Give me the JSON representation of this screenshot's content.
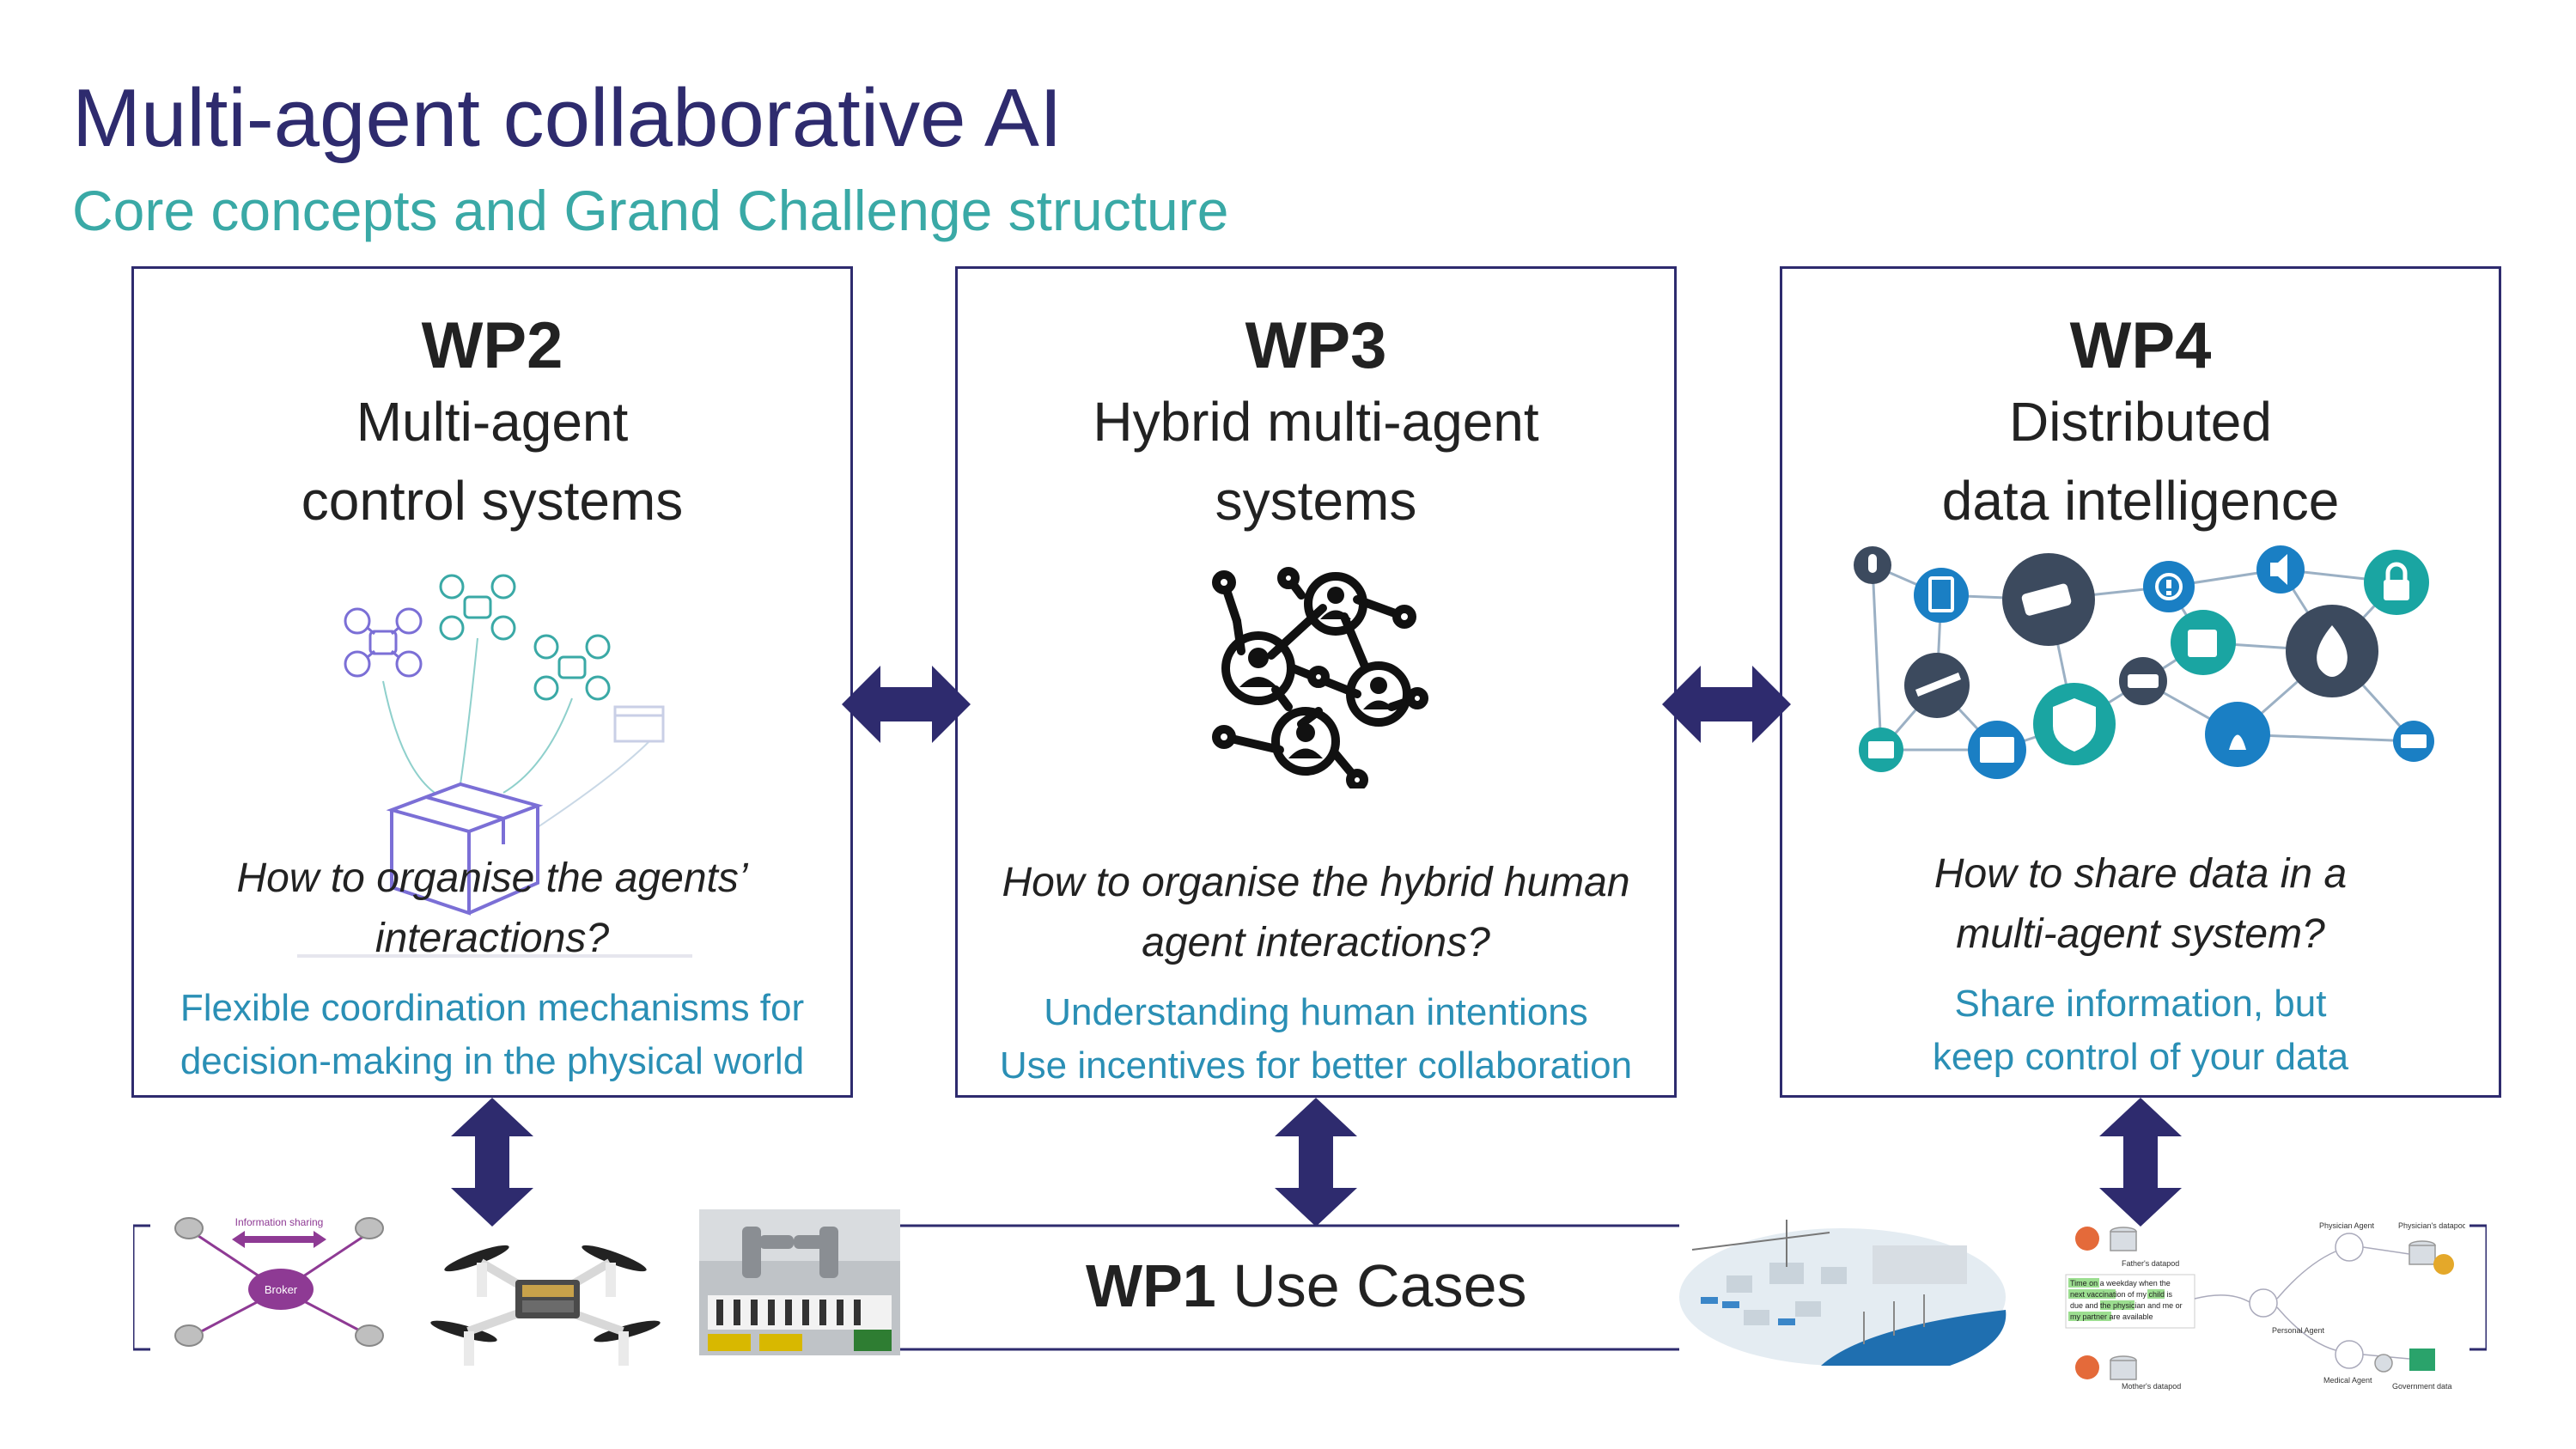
{
  "header": {
    "title": "Multi-agent collaborative AI",
    "subtitle": "Core concepts and Grand Challenge structure"
  },
  "boxes": [
    {
      "id": "WP2",
      "name_lines": [
        "Multi-agent",
        "control systems"
      ],
      "question_lines": [
        "How to organise the agents’",
        "interactions?"
      ],
      "answer_lines": [
        "Flexible coordination mechanisms for",
        "decision-making in the physical world"
      ],
      "icon": "drone-delivery-icon"
    },
    {
      "id": "WP3",
      "name_lines": [
        "Hybrid multi-agent",
        "systems"
      ],
      "question_lines": [
        "How to organise the hybrid human",
        "agent interactions?"
      ],
      "answer_lines": [
        "Understanding human intentions",
        "Use incentives for better collaboration"
      ],
      "icon": "people-network-icon"
    },
    {
      "id": "WP4",
      "name_lines": [
        "Distributed",
        "data intelligence"
      ],
      "question_lines": [
        "How to share data in a",
        "multi-agent system?"
      ],
      "answer_lines": [
        "Share information, but",
        "keep control of your data"
      ],
      "icon": "iot-network-icon"
    }
  ],
  "wp1": {
    "id": "WP1",
    "label": "Use Cases"
  },
  "broker_diagram": {
    "top_label": "Information sharing",
    "center_label": "Broker"
  },
  "datapod_diagram": {
    "fathers_datapod": "Father's datapod",
    "mothers_datapod": "Mother's datapod",
    "physician_agent": "Physician Agent",
    "physicians_datapod": "Physician's datapod",
    "personal_agent": "Personal Agent",
    "medical_agent": "Medical Agent",
    "government_data": "Government data",
    "message_lines": [
      "Time on a weekday when the",
      "next vaccination of my child is",
      "due and the physician and me or",
      "my partner are available"
    ]
  },
  "colors": {
    "navy": "#2e2b6e",
    "teal": "#3aa9a6",
    "answer_blue": "#2a8fb5",
    "arrow": "#2e2b6e",
    "iot_dark": "#3c4a5e",
    "iot_blue": "#1a7fc4",
    "iot_teal": "#1aa5a2"
  }
}
